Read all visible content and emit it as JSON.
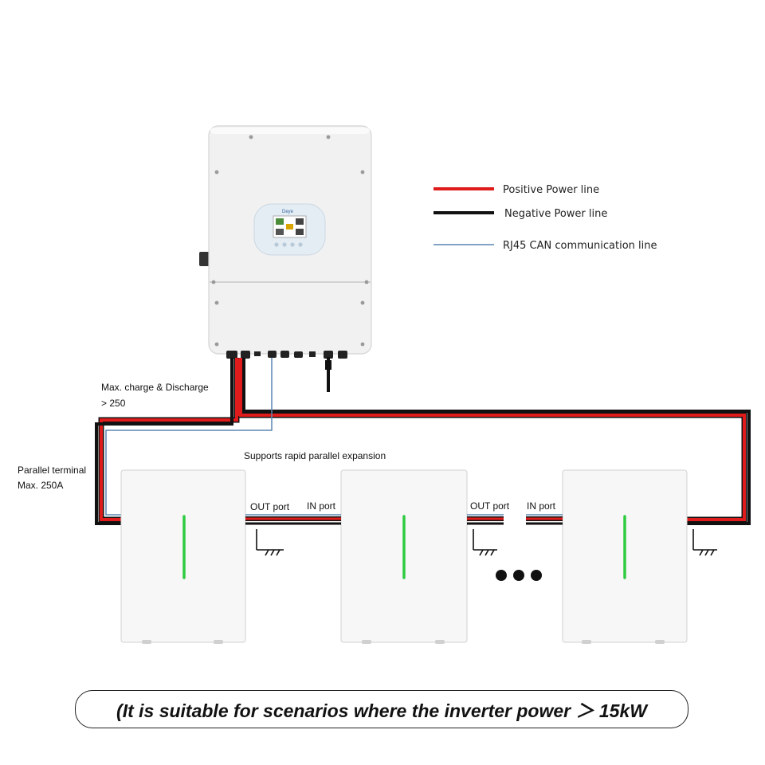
{
  "legend": {
    "positive": {
      "label": "Positive Power line",
      "color": "#e01b1b"
    },
    "negative": {
      "label": "Negative Power line",
      "color": "#111111"
    },
    "comm": {
      "label": "RJ45 CAN communication line",
      "color": "#5a86b0"
    }
  },
  "inverter": {
    "brand": "Deye"
  },
  "labels": {
    "charge_line1": "Max. charge & Discharge",
    "charge_line2": "> 250",
    "parallel_line1": "Parallel terminal",
    "parallel_line2": "Max. 250A",
    "expansion": "Supports rapid parallel expansion",
    "out_port": "OUT port",
    "in_port": "IN port"
  },
  "battery": {
    "indicator_color": "#2ecc40"
  },
  "caption": "(It is suitable for scenarios where the inverter power ＞ 15kW"
}
